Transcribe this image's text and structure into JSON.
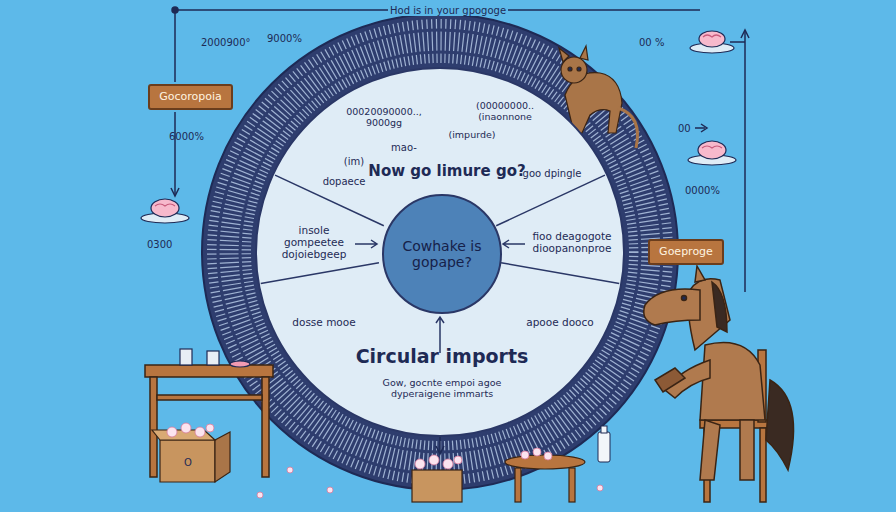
{
  "diagram": {
    "nodes": [
      {
        "text": [
          "00020090000.., 9000gg",
          "(impurde)",
          "(00000000..(inaonnone",
          "mao-",
          "(im)",
          "dopaece",
          "Now go limure go?",
          "goo dpingle",
          "insole gompeetee dojoiebgeep",
          "fioo deagogote dioopanonproe",
          "dosse mooe",
          "apooe dooco",
          "Circular imports",
          "Gow, gocnte empoi agoe dyperaigene immarts"
        ]
      },
      {
        "text": [
          "Cowhake is gopape?"
        ],
        "in": 0
      },
      {
        "text": [
          "Gocoropoia"
        ]
      },
      {
        "text": [
          "Goeproge"
        ]
      }
    ],
    "labels": [
      "Hod is in your gpogoge",
      "2000900°",
      "9000%",
      "00 %",
      "6000%",
      "0300",
      "00",
      "0000%",
      "O"
    ]
  }
}
